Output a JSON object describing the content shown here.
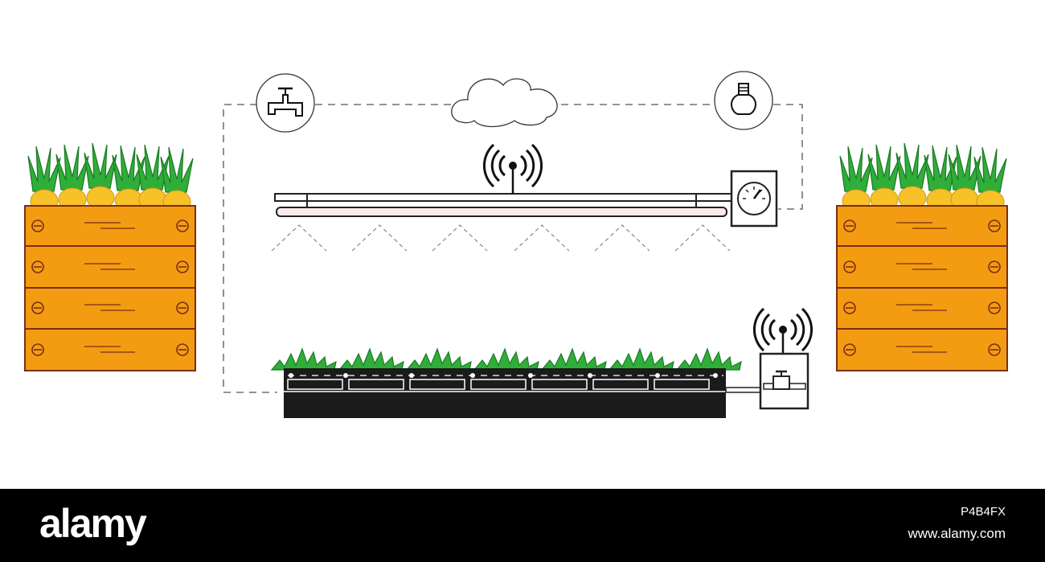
{
  "diagram": {
    "title": "",
    "colors": {
      "crate": "#f39c12",
      "crate_outline": "#7a2e12",
      "leaf": "#2fae3a",
      "leaf_outline": "#1c7a24",
      "fruit": "#f7c12a",
      "soil": "#1b1b1b",
      "line": "#333333"
    },
    "icons": [
      "water-tap-icon",
      "cloud-icon",
      "light-bulb-icon",
      "wireless-signal-icon",
      "pressure-gauge-icon",
      "valve-icon"
    ],
    "plant_count": 7,
    "sprinkler_count": 6
  },
  "footer": {
    "brand": "alamy",
    "image_id": "P4B4FX",
    "url": "www.alamy.com"
  }
}
